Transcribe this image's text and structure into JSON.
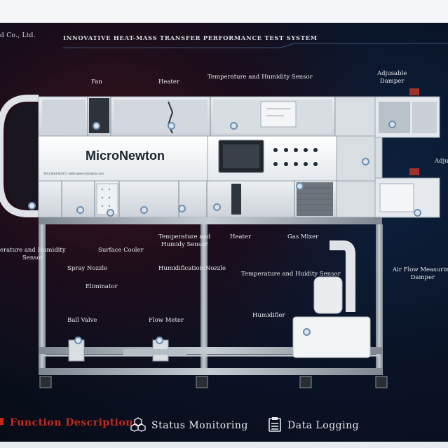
{
  "header": {
    "company": "d Co., Ltd.",
    "system_title": "INNOVATIVE HEAT-MASS TRANSFER PERFORMANCE TEST SYSTEM"
  },
  "machine": {
    "brand": "MicroNewton",
    "contact": "Tel:13554453371  Web:www.micnlaton.com"
  },
  "labels": {
    "fan": "Fan",
    "heater_top": "Heater",
    "th_sensor_top": "Temperature and Humidity Sensor",
    "adj_damper_1": "Adjusable\nDamper",
    "adj_damper_2": "Adju",
    "th_sensor_left": "erature and Humidity\nSensor",
    "spray_nozzle": "Spray Nozzle",
    "surface_cooler": "Surface Cooler",
    "eliminator": "Eliminator",
    "th_sensor_mid": "Temperature and\nHumidy Sensor",
    "humid_nozzle": "Humidification Nozzle",
    "heater_mid": "Heater",
    "gas_mixer": "Gas Mixer",
    "th_sensor_lower": "Temperature and Huidity Sensor",
    "airflow_damper": "Air Flow Measuring\nDamper",
    "ball_valve": "Ball Valve",
    "flow_meter": "Flow Meter",
    "humidifier": "Humidifier"
  },
  "tabs": [
    {
      "label": "Function Description",
      "icon": "function-icon",
      "active": true
    },
    {
      "label": "Status Monitoring",
      "icon": "cubes-icon",
      "active": false
    },
    {
      "label": "Data Logging",
      "icon": "clipboard-icon",
      "active": false
    }
  ],
  "colors": {
    "accent": "#c8281c",
    "text": "#e6e8ec",
    "frame": "#9aa4ad"
  }
}
